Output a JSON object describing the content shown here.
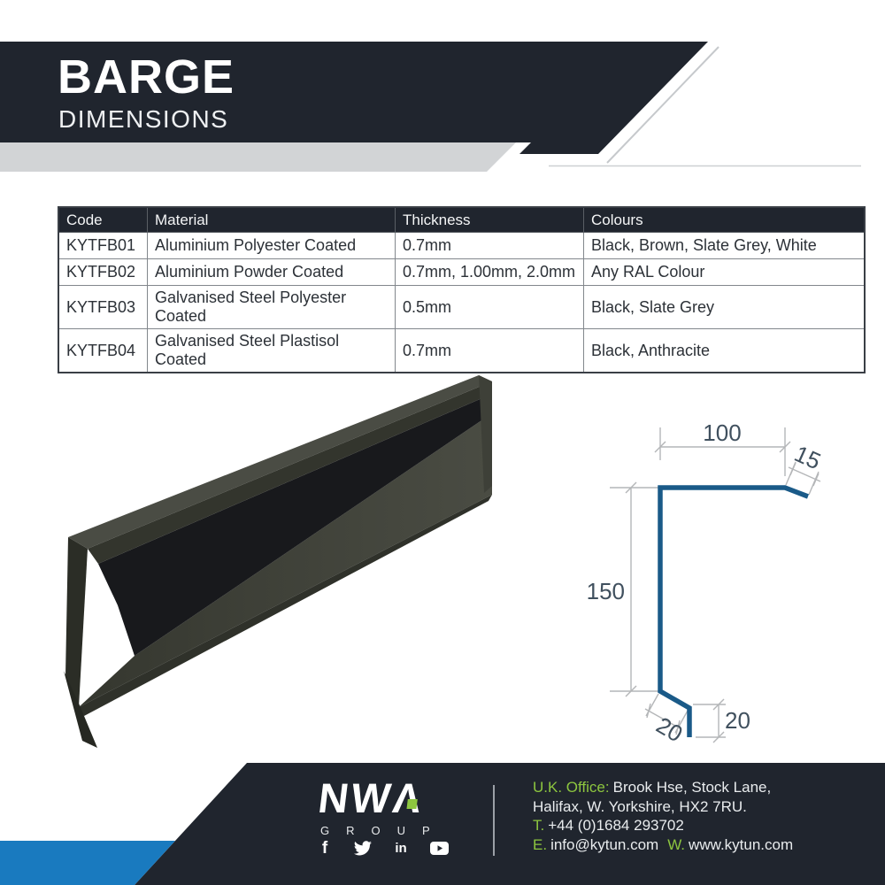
{
  "header": {
    "title": "BARGE",
    "subtitle": "DIMENSIONS"
  },
  "spec_table": {
    "columns": [
      "Code",
      "Material",
      "Thickness",
      "Colours"
    ],
    "rows": [
      [
        "KYTFB01",
        "Aluminium Polyester Coated",
        "0.7mm",
        "Black, Brown, Slate Grey, White"
      ],
      [
        "KYTFB02",
        "Aluminium Powder Coated",
        "0.7mm, 1.00mm, 2.0mm",
        "Any RAL Colour"
      ],
      [
        "KYTFB03",
        "Galvanised Steel Polyester Coated",
        "0.5mm",
        "Black, Slate Grey"
      ],
      [
        "KYTFB04",
        "Galvanised Steel Plastisol Coated",
        "0.7mm",
        "Black, Anthracite"
      ]
    ]
  },
  "diagram": {
    "labels": {
      "top_width": "100",
      "flap": "15",
      "height": "150",
      "bottom_kick": "20",
      "bottom_return": "20"
    }
  },
  "footer": {
    "logo_text": "NW",
    "logo_a": "Λ",
    "logo_sub": "GROUP",
    "facebook_glyph": "f",
    "linkedin_glyph": "in",
    "social": [
      "facebook",
      "twitter",
      "linkedin",
      "youtube"
    ],
    "contact": {
      "office_label": "U.K. Office:",
      "address1": "Brook Hse, Stock Lane,",
      "address2": "Halifax, W. Yorkshire, HX2 7RU.",
      "phone_label": "T.",
      "phone": "+44 (0)1684 293702",
      "email_label": "E.",
      "email": "info@kytun.com",
      "web_label": "W.",
      "web": "www.kytun.com"
    }
  },
  "colors": {
    "navy": "#20252e",
    "banner_gray": "#d2d4d6",
    "accent_blue": "#197abf",
    "brand_green": "#8dc63f",
    "profile_blue": "#1a5a88",
    "dim_line_gray": "#b4b6b8",
    "dim_label": "#40505e"
  }
}
